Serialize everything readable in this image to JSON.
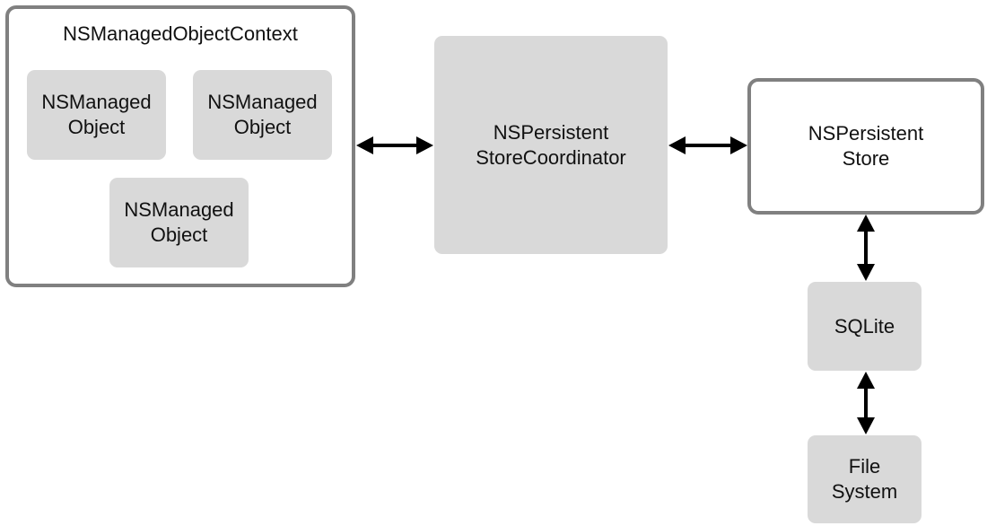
{
  "diagram": {
    "context": {
      "title": "NSManagedObjectContext",
      "objects": [
        {
          "label": "NSManaged\nObject"
        },
        {
          "label": "NSManaged\nObject"
        },
        {
          "label": "NSManaged\nObject"
        }
      ]
    },
    "coordinator": {
      "label": "NSPersistent\nStoreCoordinator"
    },
    "store": {
      "label": "NSPersistent\nStore"
    },
    "sqlite": {
      "label": "SQLite"
    },
    "filesystem": {
      "label": "File\nSystem"
    },
    "connections": [
      {
        "from": "context",
        "to": "coordinator",
        "direction": "both"
      },
      {
        "from": "coordinator",
        "to": "store",
        "direction": "both"
      },
      {
        "from": "store",
        "to": "sqlite",
        "direction": "both"
      },
      {
        "from": "sqlite",
        "to": "filesystem",
        "direction": "both"
      }
    ],
    "colors": {
      "outline": "#808080",
      "fill": "#d9d9d9",
      "arrow": "#000000"
    }
  }
}
